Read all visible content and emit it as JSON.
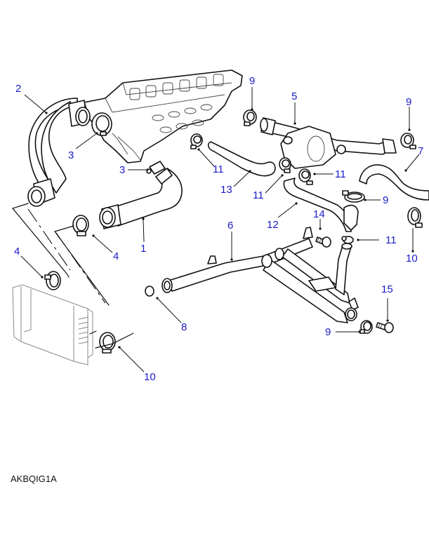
{
  "figure": {
    "title": "Cooling system hoses and pipes exploded view",
    "code": "AKBQIG1A"
  },
  "callouts": [
    {
      "id": "c1",
      "label": "1",
      "part": "lower radiator hose"
    },
    {
      "id": "c2",
      "label": "2",
      "part": "upper radiator hose"
    },
    {
      "id": "c3a",
      "label": "3",
      "part": "hose clip (cylinder head outlet)"
    },
    {
      "id": "c3b",
      "label": "3",
      "part": "hose clip (lower hose)"
    },
    {
      "id": "c4a",
      "label": "4",
      "part": "hose clip (radiator top)"
    },
    {
      "id": "c4b",
      "label": "4",
      "part": "hose clip (radiator lower)"
    },
    {
      "id": "c5",
      "label": "5",
      "part": "coolant pipe / thermostat housing"
    },
    {
      "id": "c6",
      "label": "6",
      "part": "coolant rail pipe"
    },
    {
      "id": "c7",
      "label": "7",
      "part": "hose"
    },
    {
      "id": "c8",
      "label": "8",
      "part": "O-ring"
    },
    {
      "id": "c9a",
      "label": "9",
      "part": "hose clip"
    },
    {
      "id": "c9b",
      "label": "9",
      "part": "hose clip"
    },
    {
      "id": "c9c",
      "label": "9",
      "part": "hose clip"
    },
    {
      "id": "c9d",
      "label": "9",
      "part": "hose clip"
    },
    {
      "id": "c10a",
      "label": "10",
      "part": "hose clip"
    },
    {
      "id": "c10b",
      "label": "10",
      "part": "hose clip (radiator)"
    },
    {
      "id": "c11a",
      "label": "11",
      "part": "hose clip"
    },
    {
      "id": "c11b",
      "label": "11",
      "part": "hose clip"
    },
    {
      "id": "c11c",
      "label": "11",
      "part": "hose clip"
    },
    {
      "id": "c11d",
      "label": "11",
      "part": "hose clip"
    },
    {
      "id": "c12",
      "label": "12",
      "part": "hose"
    },
    {
      "id": "c13",
      "label": "13",
      "part": "hose"
    },
    {
      "id": "c14",
      "label": "14",
      "part": "bolt"
    },
    {
      "id": "c15",
      "label": "15",
      "part": "bolt"
    }
  ],
  "colors": {
    "label": "#1a1ac8",
    "line": "#111111",
    "background": "#ffffff"
  }
}
